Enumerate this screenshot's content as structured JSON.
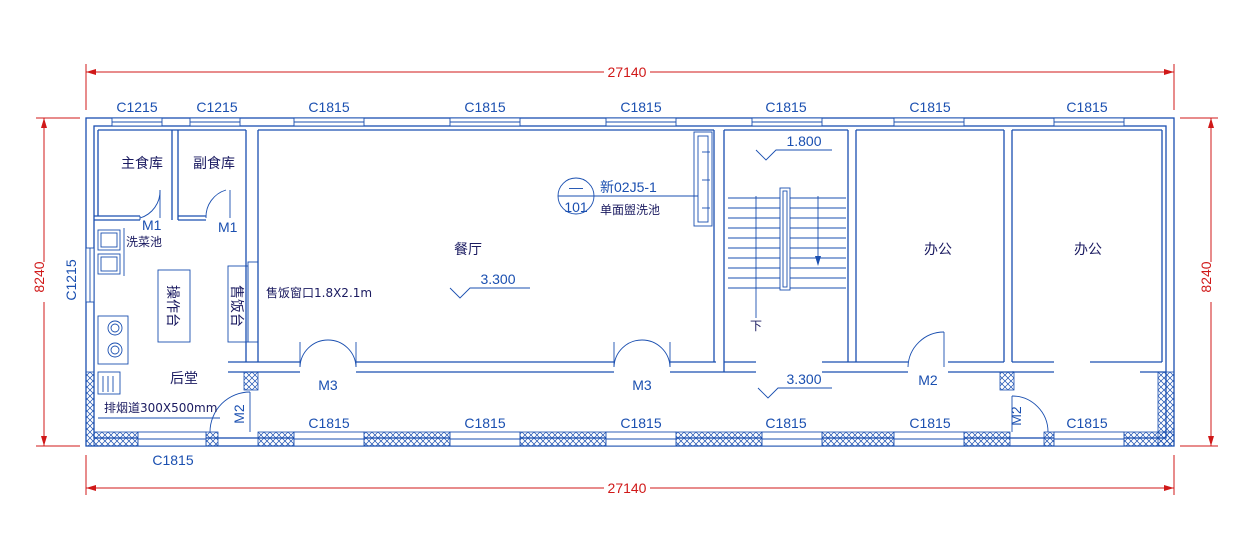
{
  "dimensions": {
    "top": "27140",
    "bottom": "27140",
    "left": "8240",
    "right": "8240"
  },
  "windows_top": [
    "C1215",
    "C1215",
    "C1815",
    "C1815",
    "C1815",
    "C1815",
    "C1815",
    "C1815"
  ],
  "windows_bottom": [
    "C1815",
    "C1815",
    "C1815",
    "C1815",
    "C1815",
    "C1815",
    "C1815"
  ],
  "window_left": "C1215",
  "window_bottom_left": "C1815",
  "rooms": {
    "main_store": "主食库",
    "side_store": "副食库",
    "wash_sink": "洗菜池",
    "operation_table": "操作台",
    "serving_table": "售饭台",
    "back_hall": "后堂",
    "dining_hall": "餐厅",
    "office_1": "办公",
    "office_2": "办公"
  },
  "doors": {
    "m1_a": "M1",
    "m1_b": "M1",
    "m3_a": "M3",
    "m3_b": "M3",
    "m2_a": "M2",
    "m2_b": "M2",
    "m2_c": "M2"
  },
  "annotations": {
    "serving_window": "售饭窗口1.8X2.1m",
    "smoke_duct": "排烟道300X500mm",
    "detail_ref_top": "—",
    "detail_ref_num": "101",
    "detail_spec": "新02J5-1",
    "detail_name": "单面盥洗池",
    "stair_down": "下"
  },
  "elevations": {
    "dining": "3.300",
    "stair_landing": "1.800",
    "stair_bottom": "3.300"
  }
}
